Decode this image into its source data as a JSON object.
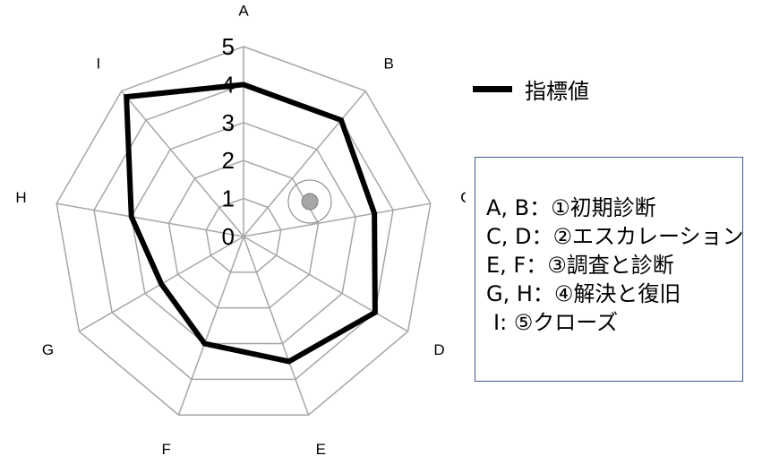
{
  "chart_data": {
    "type": "radar",
    "axes": [
      "A",
      "B",
      "C",
      "D",
      "E",
      "F",
      "G",
      "H",
      "I"
    ],
    "series": [
      {
        "name": "指標値",
        "values": [
          4.0,
          4.0,
          3.5,
          4.0,
          3.5,
          3.0,
          2.5,
          3.0,
          4.8
        ]
      }
    ],
    "ticks": [
      "0",
      "1",
      "2",
      "3",
      "4",
      "5"
    ],
    "rlim": [
      0,
      5
    ],
    "grid": true,
    "legend": "right"
  },
  "notes": {
    "lines": [
      "A, B：①初期診断",
      "C, D：②エスカレーション",
      "E,  F：③調査と診断",
      "G, H：④解決と復旧",
      " I:      ⑤クローズ"
    ]
  },
  "colors": {
    "series": "#000000",
    "grid": "#a6a6a6",
    "box_border": "#3f5a8a"
  }
}
